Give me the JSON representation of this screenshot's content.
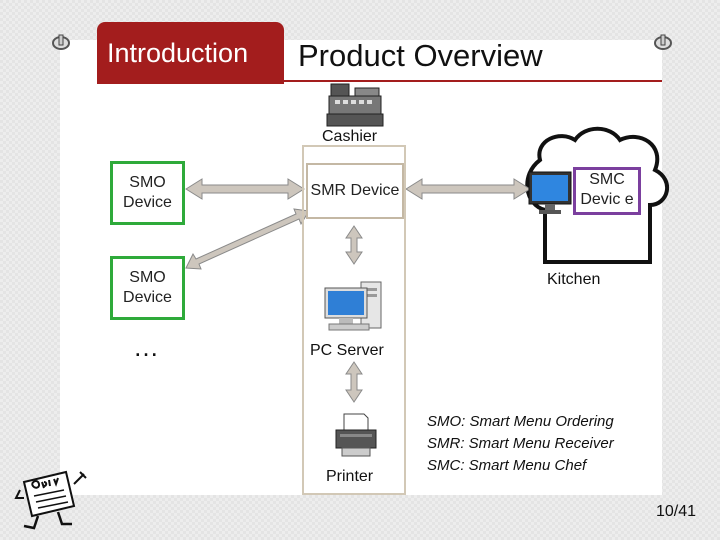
{
  "tabs": {
    "intro_label": "Introduction",
    "title": "Product Overview"
  },
  "diagram": {
    "cashier_label": "Cashier",
    "smo_device_1": "SMO Device",
    "smo_device_2": "SMO Device",
    "ellipsis": "…",
    "smr_device": "SMR Device",
    "pc_server_label": "PC Server",
    "printer_label": "Printer",
    "smc_device": "SMC Devic e",
    "kitchen_label": "Kitchen"
  },
  "legend": {
    "line1": "SMO: Smart Menu Ordering",
    "line2": "SMR: Smart Menu Receiver",
    "line3": "SMC: Smart Menu Chef"
  },
  "page_indicator": "10/41",
  "colors": {
    "accent": "#a31d1d",
    "smo_border": "#2eaa3a",
    "smc_border": "#7b3f9e",
    "arrow": "#cdc6bd"
  },
  "icons": [
    "binder-ring-icon",
    "cash-register-icon",
    "monitor-icon",
    "pc-server-icon",
    "printer-icon",
    "order-mascot-icon"
  ]
}
